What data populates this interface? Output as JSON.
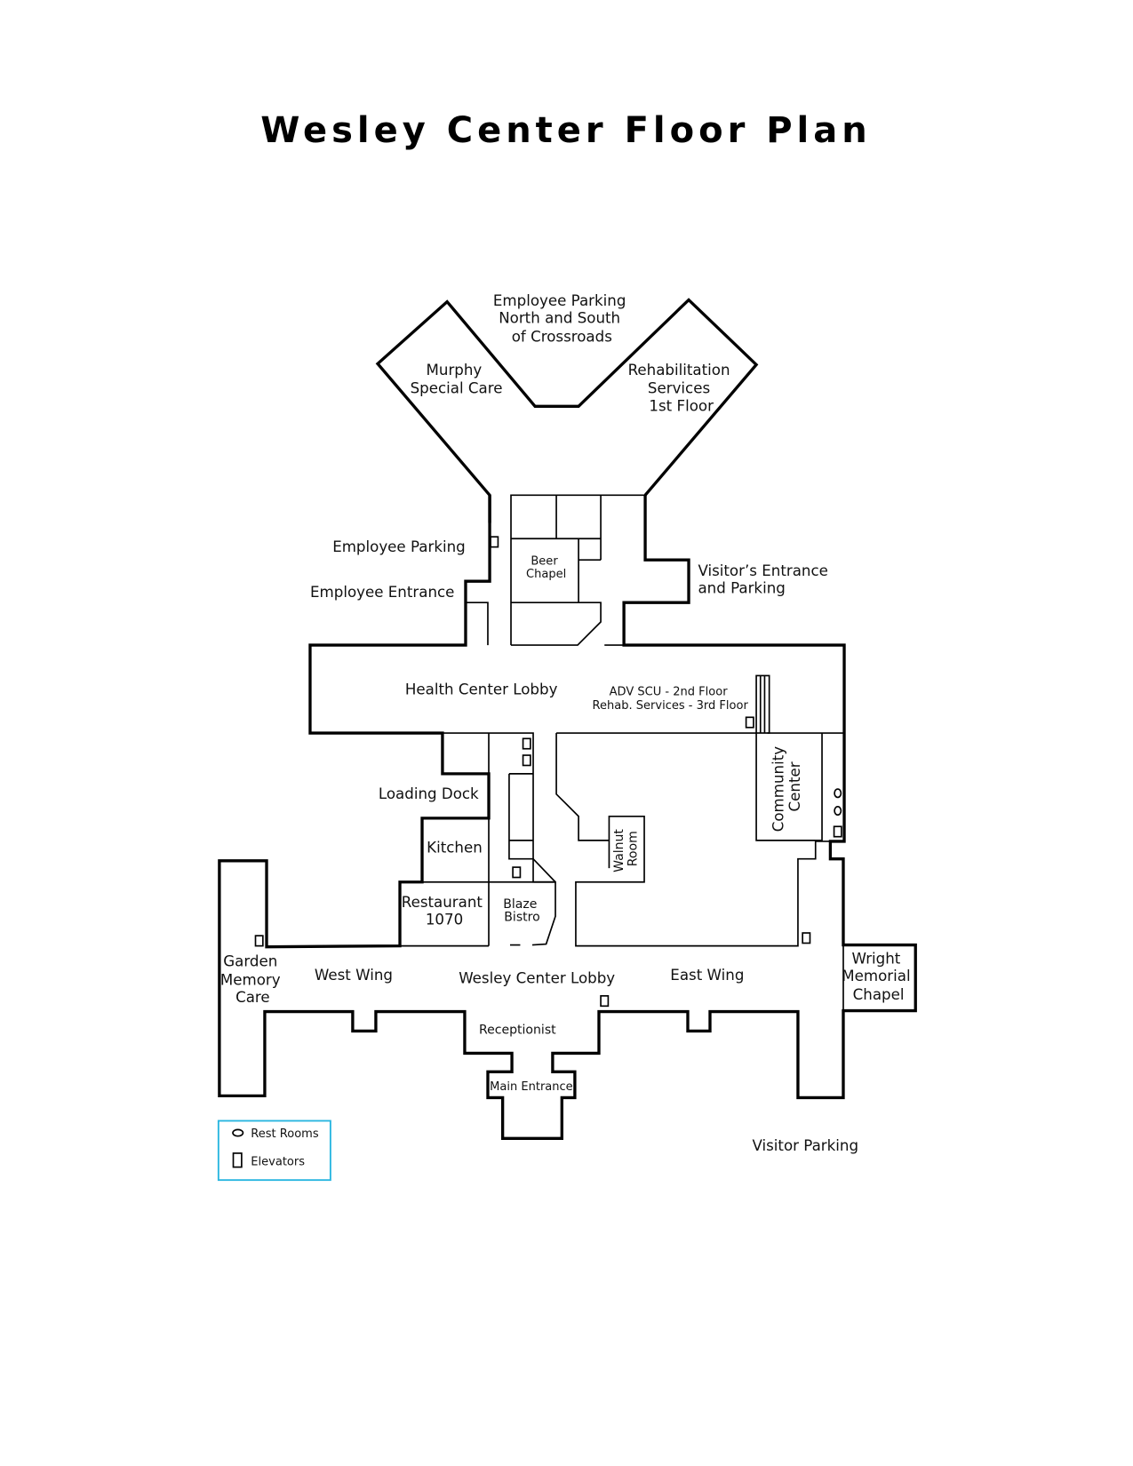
{
  "title": "Wesley Center Floor Plan",
  "colors": {
    "walls": "#000000",
    "legend_border": "#29b6e0",
    "background": "#ffffff"
  },
  "areas": {
    "employee_parking_north": [
      "Employee Parking",
      "North and South",
      "of Crossroads"
    ],
    "murphy": [
      "Murphy",
      "Special Care"
    ],
    "rehab_first": [
      "Rehabilitation",
      "Services",
      "1st Floor"
    ],
    "employee_parking": "Employee Parking",
    "employee_entrance": "Employee Entrance",
    "beer_chapel": [
      "Beer",
      "Chapel"
    ],
    "visitors_entrance": [
      "Visitor’s Entrance",
      "and Parking"
    ],
    "health_center_lobby": "Health Center Lobby",
    "upper_floors": [
      "ADV SCU - 2nd Floor",
      "Rehab. Services - 3rd Floor"
    ],
    "loading_dock": "Loading Dock",
    "kitchen": "Kitchen",
    "community_center": [
      "Community",
      "Center"
    ],
    "walnut_room": [
      "Walnut",
      "Room"
    ],
    "restaurant": [
      "Restaurant",
      "1070"
    ],
    "blaze_bistro": [
      "Blaze",
      "Bistro"
    ],
    "garden_memory_care": [
      "Garden",
      "Memory",
      "Care"
    ],
    "west_wing": "West Wing",
    "wesley_center_lobby": "Wesley Center Lobby",
    "east_wing": "East Wing",
    "wright_chapel": [
      "Wright",
      "Memorial",
      "Chapel"
    ],
    "receptionist": "Receptionist",
    "main_entrance": "Main Entrance",
    "visitor_parking": "Visitor Parking"
  },
  "legend": {
    "items": [
      {
        "icon": "rest-room-icon",
        "label": "Rest Rooms"
      },
      {
        "icon": "elevator-icon",
        "label": "Elevators"
      }
    ]
  }
}
